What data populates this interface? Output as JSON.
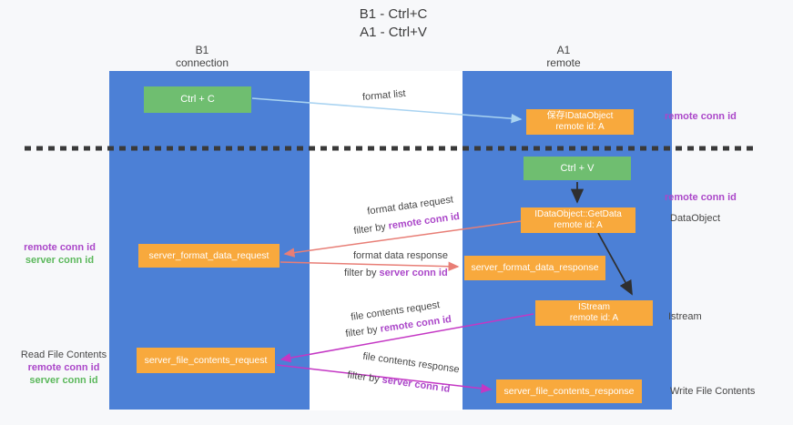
{
  "title": {
    "line1": "B1 - Ctrl+C",
    "line2": "A1 - Ctrl+V"
  },
  "columns": {
    "left": {
      "name": "B1",
      "subtitle": "connection"
    },
    "right": {
      "name": "A1",
      "subtitle": "remote"
    }
  },
  "nodes": {
    "ctrl_c": {
      "label": "Ctrl + C"
    },
    "save_dataobject": {
      "line1": "保存IDataObject",
      "line2": "remote id: A"
    },
    "ctrl_v": {
      "label": "Ctrl + V"
    },
    "getdata": {
      "line1": "IDataObject::GetData",
      "line2": "remote id: A"
    },
    "istream": {
      "line1": "IStream",
      "line2": "remote id: A"
    },
    "server_format_data_request": {
      "label": "server_format_data_request"
    },
    "server_format_data_response": {
      "label": "server_format_data_response"
    },
    "server_file_contents_request": {
      "label": "server_file_contents_request"
    },
    "server_file_contents_response": {
      "label": "server_file_contents_response"
    }
  },
  "flow_labels": {
    "format_list": "format list",
    "format_data_request": "format data request",
    "format_data_response": "format data response",
    "file_contents_request": "file contents request",
    "file_contents_response": "file contents response",
    "filter_by": "filter by ",
    "remote_conn_id": "remote conn id",
    "server_conn_id": "server conn id"
  },
  "side_labels": {
    "right_remote_conn_id_top": "remote conn id",
    "right_remote_conn_id_mid": "remote conn id",
    "dataobject": "DataObject",
    "istream": "Istream",
    "write_file_contents": "Write File Contents",
    "left_remote_conn_id": "remote conn id",
    "left_server_conn_id": "server conn id",
    "read_file_contents": "Read File Contents",
    "left_remote_conn_id_2": "remote conn id",
    "left_server_conn_id_2": "server conn id"
  },
  "colors": {
    "column_blue": "#4c80d6",
    "node_orange": "#f8a93d",
    "node_green": "#6fbe70",
    "purple_text": "#ab47c9",
    "green_text": "#5cb85c",
    "arrow_red": "#e87e76",
    "arrow_magenta": "#c437c4",
    "arrow_blue": "#a9d3f1",
    "arrow_black": "#2f2f2f",
    "dashed_line": "#3a3a3a"
  }
}
